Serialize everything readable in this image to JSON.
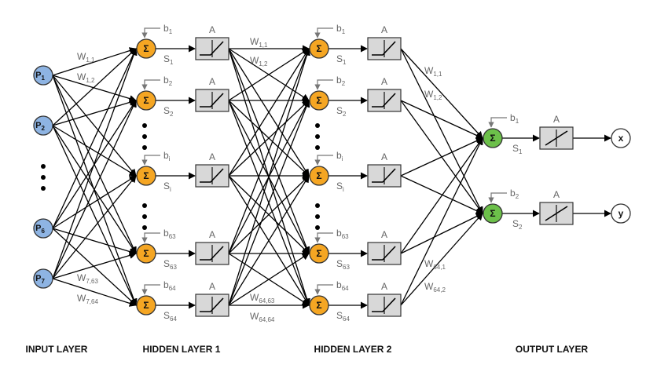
{
  "layers": {
    "input": "INPUT LAYER",
    "hidden1": "HIDDEN LAYER 1",
    "hidden2": "HIDDEN LAYER 2",
    "output": "OUTPUT LAYER"
  },
  "input_nodes": [
    {
      "id": "in-1",
      "label": "P",
      "sub": "1"
    },
    {
      "id": "in-2",
      "label": "P",
      "sub": "2"
    },
    {
      "id": "in-6",
      "label": "P",
      "sub": "6"
    },
    {
      "id": "in-7",
      "label": "P",
      "sub": "7"
    }
  ],
  "hidden1_neurons": [
    {
      "bias": "b",
      "bias_sub": "1",
      "sum": "S",
      "sum_sub": "1"
    },
    {
      "bias": "b",
      "bias_sub": "2",
      "sum": "S",
      "sum_sub": "2"
    },
    {
      "bias": "b",
      "bias_sub": "i",
      "sum": "S",
      "sum_sub": "i"
    },
    {
      "bias": "b",
      "bias_sub": "63",
      "sum": "S",
      "sum_sub": "63"
    },
    {
      "bias": "b",
      "bias_sub": "64",
      "sum": "S",
      "sum_sub": "64"
    }
  ],
  "hidden2_neurons": [
    {
      "bias": "b",
      "bias_sub": "1",
      "sum": "S",
      "sum_sub": "1"
    },
    {
      "bias": "b",
      "bias_sub": "2",
      "sum": "S",
      "sum_sub": "2"
    },
    {
      "bias": "b",
      "bias_sub": "i",
      "sum": "S",
      "sum_sub": "i"
    },
    {
      "bias": "b",
      "bias_sub": "63",
      "sum": "S",
      "sum_sub": "63"
    },
    {
      "bias": "b",
      "bias_sub": "64",
      "sum": "S",
      "sum_sub": "64"
    }
  ],
  "output_neurons": [
    {
      "bias": "b",
      "bias_sub": "1",
      "sum": "S",
      "sum_sub": "1",
      "output": "x"
    },
    {
      "bias": "b",
      "bias_sub": "2",
      "sum": "S",
      "sum_sub": "2",
      "output": "y"
    }
  ],
  "sum_symbol": "Σ",
  "activation_label": "A",
  "weights_input": [
    {
      "w": "W",
      "sub": "1,1"
    },
    {
      "w": "W",
      "sub": "1,2"
    },
    {
      "w": "W",
      "sub": "7,63"
    },
    {
      "w": "W",
      "sub": "7,64"
    }
  ],
  "weights_hidden": [
    {
      "w": "W",
      "sub": "1,1"
    },
    {
      "w": "W",
      "sub": "1,2"
    },
    {
      "w": "W",
      "sub": "64,63"
    },
    {
      "w": "W",
      "sub": "64,64"
    }
  ],
  "weights_output": [
    {
      "w": "W",
      "sub": "1,1"
    },
    {
      "w": "W",
      "sub": "1,2"
    },
    {
      "w": "W",
      "sub": "64,1"
    },
    {
      "w": "W",
      "sub": "64,2"
    }
  ],
  "colors": {
    "input_node": "#8eb4e3",
    "hidden_node": "#f5a623",
    "output_node": "#6cc04a",
    "activation_box": "#d8d8d8",
    "line": "#000000",
    "label": "#666666"
  }
}
